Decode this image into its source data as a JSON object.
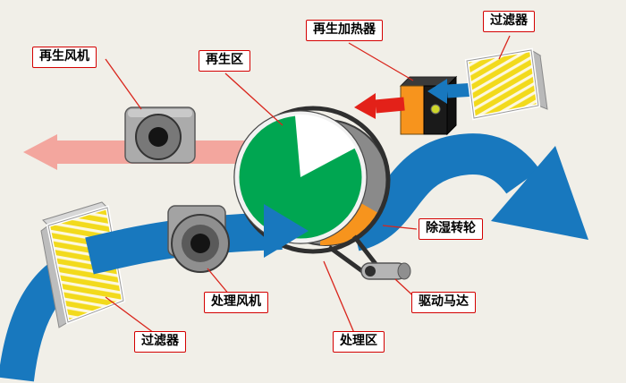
{
  "diagram": {
    "title_implicit": "",
    "labels": {
      "regen_fan": "再生风机",
      "regen_zone": "再生区",
      "regen_heater": "再生加热器",
      "filter_top": "过滤器",
      "desiccant_wheel": "除湿转轮",
      "drive_motor": "驱动马达",
      "process_fan": "处理风机",
      "process_zone": "处理区",
      "filter_bottom": "过滤器"
    },
    "colors": {
      "process_air_blue": "#1878be",
      "regen_exhaust_pink": "#f3a69e",
      "hot_air_red": "#e32119",
      "wheel_green": "#00a651",
      "wheel_orange": "#f7941d",
      "heater_orange": "#f7941d",
      "filter_yellow": "#f2da1c",
      "callout_red": "#d9251c",
      "background": "#f1efe8"
    }
  }
}
